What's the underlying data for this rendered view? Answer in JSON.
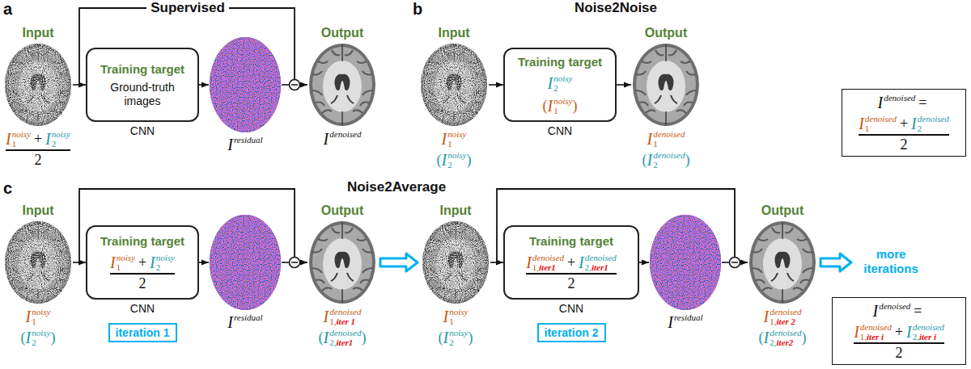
{
  "diagram": {
    "nodes": [
      {
        "text": [
          "Input",
          "I",
          "1",
          "noisy",
          "+",
          "I",
          "2",
          "noisy",
          "2"
        ]
      },
      {
        "text": [
          "Training target",
          "Ground-truth images",
          "CNN"
        ]
      },
      {
        "text": [
          "I",
          "residual"
        ]
      },
      {
        "text": [
          "Output",
          "I",
          "denoised"
        ]
      },
      {
        "text": [
          "Input",
          "I",
          "1",
          "noisy",
          "(",
          "I",
          "2",
          "noisy",
          ")"
        ]
      },
      {
        "text": [
          "Training target",
          "I",
          "2",
          "noisy",
          "(",
          "I",
          "1",
          "noisy",
          ")",
          "CNN"
        ]
      },
      {
        "text": [
          "Output",
          "I",
          "1",
          "denoised",
          "(",
          "I",
          "2",
          "denoised",
          ")"
        ]
      },
      {
        "text": [
          "I",
          "denoised",
          "=",
          "I",
          "1",
          "denoised",
          "+",
          "I",
          "2",
          "denoised",
          "2"
        ]
      },
      {
        "text": [
          "Input",
          "I",
          "1",
          "noisy",
          "(",
          "I",
          "2",
          "noisy",
          ")"
        ]
      },
      {
        "text": [
          "Training target",
          "I",
          "1",
          "noisy",
          "+",
          "I",
          "2",
          "noisy",
          "2",
          "CNN"
        ]
      },
      {
        "text": [
          "iteration 1"
        ]
      },
      {
        "text": [
          "I",
          "residual"
        ]
      },
      {
        "text": [
          "Output",
          "I",
          "1,",
          "iter 1",
          "denoised",
          "(",
          "I",
          "2,",
          "iter1",
          "denoised",
          ")"
        ]
      },
      {
        "text": [
          "Input",
          "I",
          "1",
          "noisy",
          "(",
          "I",
          "2",
          "noisy",
          ")"
        ]
      },
      {
        "text": [
          "Training target",
          "I",
          "1,",
          "iter1",
          "denoised",
          "+",
          "I",
          "2,",
          "iter1",
          "denoised",
          "2",
          "CNN"
        ]
      },
      {
        "text": [
          "iteration 2"
        ]
      },
      {
        "text": [
          "I",
          "residual"
        ]
      },
      {
        "text": [
          "Output",
          "I",
          "1,",
          "iter 2",
          "denoised",
          "(",
          "I",
          "2,",
          "iter2",
          "denoised",
          ")"
        ]
      },
      {
        "text": [
          "I",
          "denoised",
          "=",
          "I",
          "1,",
          "iter i",
          "denoised",
          "+",
          "I",
          "2,",
          "iter i",
          "denoised",
          "2"
        ]
      }
    ],
    "edges": [
      {
        "from": 0,
        "to": 1,
        "arrow": "to"
      },
      {
        "from": 1,
        "to": 2,
        "arrow": "to"
      },
      {
        "from": 2,
        "to": 3,
        "arrow": "to"
      },
      {
        "from": 4,
        "to": 5,
        "arrow": "to"
      },
      {
        "from": 5,
        "to": 6,
        "arrow": "to"
      },
      {
        "from": 8,
        "to": 9,
        "arrow": "to"
      },
      {
        "from": 9,
        "to": 11,
        "arrow": "to"
      },
      {
        "from": 11,
        "to": 12,
        "arrow": "to"
      },
      {
        "from": 12,
        "to": 13,
        "arrow": "to"
      },
      {
        "from": 13,
        "to": 14,
        "arrow": "to"
      },
      {
        "from": 14,
        "to": 16,
        "arrow": "to"
      },
      {
        "from": 16,
        "to": 17,
        "arrow": "to"
      }
    ],
    "labels": [
      "a",
      "Supervised",
      "b",
      "Noise2Noise",
      "c",
      "Noise2Average",
      "more iterations"
    ]
  }
}
